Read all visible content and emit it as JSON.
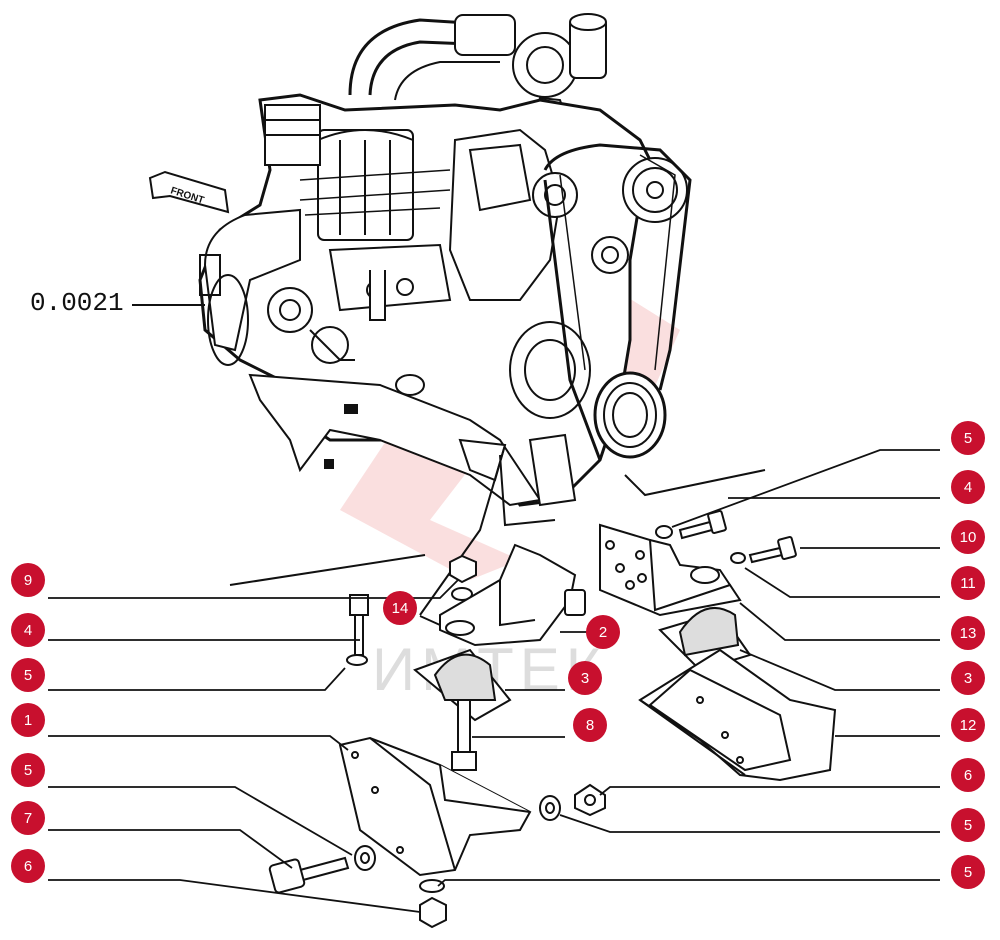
{
  "diagram": {
    "ref_label": "0.0021",
    "front_label": "FRONT",
    "watermark_text": "ИМТЕК",
    "callout_color": "#c8102e",
    "left_callouts": [
      "9",
      "4",
      "5",
      "1",
      "5",
      "7",
      "6"
    ],
    "right_callouts": [
      "5",
      "4",
      "10",
      "11",
      "13",
      "3",
      "12",
      "6",
      "5",
      "5"
    ],
    "inner_callouts": [
      "14",
      "2",
      "3",
      "8"
    ]
  }
}
